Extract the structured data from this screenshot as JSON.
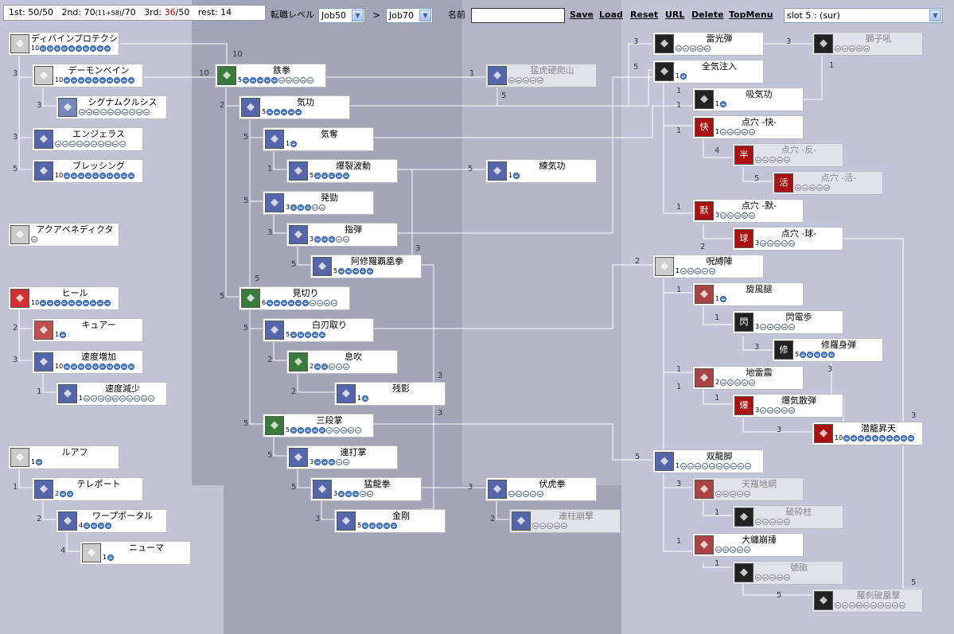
{
  "header": {
    "status": {
      "first": "1st: 50/50",
      "second": "2nd: 70",
      "second_detail": "(11+58)",
      "second_tail": "/70",
      "third_label": "3rd:",
      "third_used": "36",
      "third_tail": "/50",
      "rest": "rest: 14"
    },
    "job_change_label": "転職レベル",
    "job_from": "Job50",
    "arrow": ">",
    "job_to": "Job70",
    "name_label": "名前",
    "name_value": "",
    "links": {
      "save": "Save",
      "load": "Load",
      "reset": "Reset",
      "url": "URL",
      "delete": "Delete",
      "topmenu": "TopMenu"
    },
    "slot": "slot 5 : (sur)"
  },
  "colors": {
    "bg": "#c4c4d8",
    "col_mid": "#a4a4b8",
    "col_mid2": "#b6b6c8",
    "col_right": "#c4c4d8",
    "line": "#ffffff",
    "pip_on": "#5a8fdc"
  },
  "skills": [
    {
      "id": "divine",
      "name": "ディバインプロテクション",
      "lv": "10",
      "max": 10,
      "on": 10,
      "dis": false,
      "icon": "shield-glyph-icon",
      "ic": "#ccc"
    },
    {
      "id": "demonbane",
      "name": "デーモンベイン",
      "lv": "10",
      "max": 10,
      "on": 10,
      "dis": false,
      "icon": "demon-icon",
      "ic": "#ccc"
    },
    {
      "id": "signum",
      "name": "シグナムクルシス",
      "lv": "",
      "max": 10,
      "on": 0,
      "dis": false,
      "icon": "cross-icon",
      "ic": "#7788bb"
    },
    {
      "id": "angelus",
      "name": "エンジェラス",
      "lv": "",
      "max": 10,
      "on": 0,
      "dis": false,
      "icon": "angel-ring-icon",
      "ic": "#5566aa"
    },
    {
      "id": "blessing",
      "name": "ブレッシング",
      "lv": "10",
      "max": 10,
      "on": 10,
      "dis": false,
      "icon": "blessing-icon",
      "ic": "#5566aa"
    },
    {
      "id": "aqua",
      "name": "アクアベネディクタ",
      "lv": "",
      "max": 1,
      "on": 0,
      "dis": false,
      "icon": "aqua-icon",
      "ic": "#ccc"
    },
    {
      "id": "heal",
      "name": "ヒール",
      "lv": "10",
      "max": 10,
      "on": 10,
      "dis": false,
      "icon": "heal-icon",
      "ic": "#d03030"
    },
    {
      "id": "cure",
      "name": "キュアー",
      "lv": "1",
      "max": 1,
      "on": 1,
      "dis": false,
      "icon": "heart-icon",
      "ic": "#c05050"
    },
    {
      "id": "incagi",
      "name": "速度増加",
      "lv": "10",
      "max": 10,
      "on": 10,
      "dis": false,
      "icon": "speed-up-icon",
      "ic": "#5566aa"
    },
    {
      "id": "decagi",
      "name": "速度減少",
      "lv": "1",
      "max": 10,
      "on": 0,
      "dis": false,
      "icon": "speed-down-icon",
      "ic": "#5566aa"
    },
    {
      "id": "ruwach",
      "name": "ルアフ",
      "lv": "1",
      "max": 1,
      "on": 1,
      "dis": false,
      "icon": "ruwach-icon",
      "ic": "#ccc"
    },
    {
      "id": "teleport",
      "name": "テレポート",
      "lv": "2",
      "max": 2,
      "on": 2,
      "dis": false,
      "icon": "teleport-icon",
      "ic": "#5566aa"
    },
    {
      "id": "warp",
      "name": "ワープポータル",
      "lv": "4",
      "max": 4,
      "on": 4,
      "dis": false,
      "icon": "warp-icon",
      "ic": "#5566aa"
    },
    {
      "id": "pneuma",
      "name": "ニューマ",
      "lv": "1",
      "max": 1,
      "on": 1,
      "dis": false,
      "icon": "pneuma-icon",
      "ic": "#ccc"
    },
    {
      "id": "iron",
      "name": "鉄拳",
      "lv": "5",
      "max": 10,
      "on": 5,
      "dis": false,
      "icon": "fist-icon",
      "ic": "#3a7a3a"
    },
    {
      "id": "kikou",
      "name": "気功",
      "lv": "5",
      "max": 5,
      "on": 5,
      "dis": false,
      "icon": "spirit-icon",
      "ic": "#5566aa"
    },
    {
      "id": "kido",
      "name": "気奪",
      "lv": "1",
      "max": 1,
      "on": 1,
      "dis": false,
      "icon": "absorb-icon",
      "ic": "#5566aa"
    },
    {
      "id": "bakuretsu",
      "name": "爆裂波動",
      "lv": "5",
      "max": 5,
      "on": 5,
      "dis": false,
      "icon": "fury-icon",
      "ic": "#5566aa"
    },
    {
      "id": "hakkei",
      "name": "発勁",
      "lv": "3",
      "max": 5,
      "on": 3,
      "dis": false,
      "icon": "blast-icon",
      "ic": "#5566aa"
    },
    {
      "id": "shidan",
      "name": "指弾",
      "lv": "3",
      "max": 5,
      "on": 3,
      "dis": false,
      "icon": "finger-icon",
      "ic": "#5566aa"
    },
    {
      "id": "ashura",
      "name": "阿修羅覇凰拳",
      "lv": "5",
      "max": 5,
      "on": 5,
      "dis": false,
      "icon": "asura-icon",
      "ic": "#5566aa"
    },
    {
      "id": "mikiri",
      "name": "見切り",
      "lv": "6",
      "max": 10,
      "on": 6,
      "dis": false,
      "icon": "dodge-icon",
      "ic": "#3a7a3a"
    },
    {
      "id": "shiraha",
      "name": "白刃取り",
      "lv": "5",
      "max": 5,
      "on": 5,
      "dis": false,
      "icon": "blade-catch-icon",
      "ic": "#5566aa"
    },
    {
      "id": "ibuki",
      "name": "息吹",
      "lv": "2",
      "max": 5,
      "on": 2,
      "dis": false,
      "icon": "breath-icon",
      "ic": "#3a7a3a"
    },
    {
      "id": "zanei",
      "name": "残影",
      "lv": "1",
      "max": 1,
      "on": 1,
      "dis": false,
      "icon": "shadow-icon",
      "ic": "#5566aa"
    },
    {
      "id": "sandan",
      "name": "三段掌",
      "lv": "5",
      "max": 10,
      "on": 5,
      "dis": false,
      "icon": "triple-icon",
      "ic": "#3a7a3a"
    },
    {
      "id": "rendashou",
      "name": "連打掌",
      "lv": "3",
      "max": 5,
      "on": 3,
      "dis": false,
      "icon": "chain-icon",
      "ic": "#5566aa"
    },
    {
      "id": "moryuken",
      "name": "猛龍拳",
      "lv": "3",
      "max": 5,
      "on": 3,
      "dis": false,
      "icon": "dragon-icon",
      "ic": "#5566aa"
    },
    {
      "id": "kongou",
      "name": "金剛",
      "lv": "5",
      "max": 5,
      "on": 5,
      "dis": false,
      "icon": "steel-icon",
      "ic": "#5566aa"
    },
    {
      "id": "mokokozan",
      "name": "猛虎硬爬山",
      "lv": "",
      "max": 5,
      "on": 0,
      "dis": true,
      "icon": "tiger-icon",
      "ic": "#5566aa"
    },
    {
      "id": "renkikou",
      "name": "練気功",
      "lv": "1",
      "max": 1,
      "on": 1,
      "dis": false,
      "icon": "train-icon",
      "ic": "#5566aa"
    },
    {
      "id": "fukoken",
      "name": "伏虎拳",
      "lv": "",
      "max": 5,
      "on": 0,
      "dis": false,
      "icon": "crouch-tiger-icon",
      "ic": "#5566aa"
    },
    {
      "id": "renchu",
      "name": "連柱崩撃",
      "lv": "",
      "max": 5,
      "on": 0,
      "dis": true,
      "icon": "pillar-icon",
      "ic": "#5566aa"
    },
    {
      "id": "raikou",
      "name": "雷光弾",
      "lv": "",
      "max": 5,
      "on": 0,
      "dis": false,
      "icon": "lightning-icon",
      "ic": "#222"
    },
    {
      "id": "zenki",
      "name": "全気注入",
      "lv": "1",
      "max": 1,
      "on": 1,
      "dis": false,
      "icon": "inject-icon",
      "ic": "#222"
    },
    {
      "id": "kyukikou",
      "name": "吸気功",
      "lv": "1",
      "max": 1,
      "on": 1,
      "dis": false,
      "icon": "inhale-icon",
      "ic": "#222"
    },
    {
      "id": "tenketsu_kai",
      "name": "点穴 -快-",
      "lv": "1",
      "max": 5,
      "on": 0,
      "dis": false,
      "icon": "point-kai-icon",
      "ic": "#aa1111",
      "glyph": "快"
    },
    {
      "id": "tenketsu_han",
      "name": "点穴 -反-",
      "lv": "",
      "max": 5,
      "on": 0,
      "dis": true,
      "icon": "point-han-icon",
      "ic": "#aa1111",
      "glyph": "半"
    },
    {
      "id": "tenketsu_katsu",
      "name": "点穴 -活-",
      "lv": "",
      "max": 5,
      "on": 0,
      "dis": true,
      "icon": "point-katsu-icon",
      "ic": "#aa1111",
      "glyph": "活"
    },
    {
      "id": "tenketsu_moku",
      "name": "点穴 -默-",
      "lv": "3",
      "max": 5,
      "on": 0,
      "dis": false,
      "icon": "point-moku-icon",
      "ic": "#aa1111",
      "glyph": "默"
    },
    {
      "id": "tenketsu_kyu",
      "name": "点穴 -球-",
      "lv": "3",
      "max": 5,
      "on": 0,
      "dis": false,
      "icon": "point-kyu-icon",
      "ic": "#aa1111",
      "glyph": "球"
    },
    {
      "id": "jubaku",
      "name": "呪縛陣",
      "lv": "1",
      "max": 5,
      "on": 0,
      "dis": false,
      "icon": "seal-icon",
      "ic": "#ccc"
    },
    {
      "id": "senpuu",
      "name": "旋風腿",
      "lv": "1",
      "max": 1,
      "on": 1,
      "dis": false,
      "icon": "kick-icon",
      "ic": "#aa4444"
    },
    {
      "id": "senden",
      "name": "閃電歩",
      "lv": "3",
      "max": 5,
      "on": 0,
      "dis": false,
      "icon": "flash-step-icon",
      "ic": "#222",
      "glyph": "閃"
    },
    {
      "id": "shura",
      "name": "修羅身弾",
      "lv": "5",
      "max": 5,
      "on": 5,
      "dis": false,
      "icon": "shura-icon",
      "ic": "#222",
      "glyph": "修"
    },
    {
      "id": "jiraishin",
      "name": "地雷震",
      "lv": "2",
      "max": 5,
      "on": 0,
      "dis": false,
      "icon": "quake-icon",
      "ic": "#aa4444"
    },
    {
      "id": "bakki",
      "name": "爆気散弾",
      "lv": "3",
      "max": 5,
      "on": 0,
      "dis": false,
      "icon": "burst-icon",
      "ic": "#aa1111",
      "glyph": "爆"
    },
    {
      "id": "senryu",
      "name": "潜龍昇天",
      "lv": "10",
      "max": 10,
      "on": 10,
      "dis": false,
      "icon": "rising-dragon-icon",
      "ic": "#aa1111"
    },
    {
      "id": "shishiku",
      "name": "獅子吼",
      "lv": "",
      "max": 5,
      "on": 0,
      "dis": true,
      "icon": "lion-icon",
      "ic": "#222"
    },
    {
      "id": "souryu",
      "name": "双龍脚",
      "lv": "1",
      "max": 10,
      "on": 0,
      "dis": false,
      "icon": "twin-dragon-icon",
      "ic": "#5566aa"
    },
    {
      "id": "tenra",
      "name": "天羅地網",
      "lv": "",
      "max": 5,
      "on": 0,
      "dis": true,
      "icon": "net-icon",
      "ic": "#aa4444"
    },
    {
      "id": "hasaichu",
      "name": "破砕柱",
      "lv": "",
      "max": 5,
      "on": 0,
      "dis": true,
      "icon": "moon-icon",
      "ic": "#222"
    },
    {
      "id": "daiten",
      "name": "大纏崩捶",
      "lv": "",
      "max": 5,
      "on": 0,
      "dis": false,
      "icon": "grapple-icon",
      "ic": "#aa4444"
    },
    {
      "id": "gouhou",
      "name": "號砲",
      "lv": "",
      "max": 5,
      "on": 0,
      "dis": true,
      "icon": "cannon-icon",
      "ic": "#222"
    },
    {
      "id": "rasetsu",
      "name": "羅刹破凰撃",
      "lv": "",
      "max": 10,
      "on": 0,
      "dis": true,
      "icon": "rakshasa-icon",
      "ic": "#222"
    }
  ]
}
